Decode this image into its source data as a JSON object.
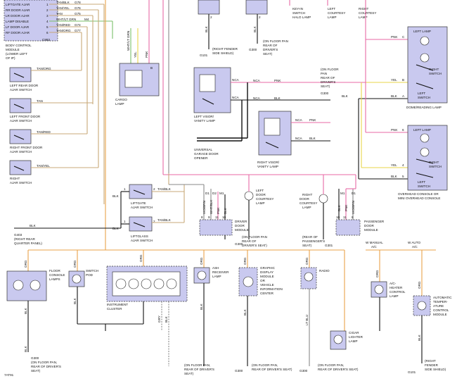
{
  "bcm": {
    "pins": [
      {
        "name": "LIFTGATE AJAR",
        "pin": "1",
        "wire": "TAN/BLK",
        "circ": "G78"
      },
      {
        "name": "RR DOOR AJAR",
        "pin": "2",
        "wire": "TAN/YEL",
        "circ": "G76"
      },
      {
        "name": "LR DOOR AJAR",
        "pin": "3",
        "wire": "TAN",
        "circ": "G75"
      },
      {
        "name": "LAMP DISABLE",
        "pin": "4",
        "wire": "WHT/LT GRN",
        "circ": "M4"
      },
      {
        "name": "LF DOOR AJAR",
        "pin": "5",
        "wire": "TAN/RED",
        "circ": "G74"
      },
      {
        "name": "RF DOOR AJAR",
        "pin": "6",
        "wire": "TAN/ORG",
        "circ": "G77"
      }
    ],
    "connector": "C883",
    "label": [
      "BODY CONTROL",
      "MODULE",
      "(LOWER LEFT",
      "OF IP)"
    ]
  },
  "door_switches": [
    {
      "wire": "TAN/ORG",
      "label": [
        "LEFT REAR DOOR",
        "AJAR SWITCH"
      ]
    },
    {
      "wire": "TAN",
      "label": [
        "LEFT FRONT DOOR",
        "AJAR SWITCH"
      ]
    },
    {
      "wire": "TAN/RED",
      "label": [
        "RIGHT FRONT DOOR",
        "AJAR SWITCH"
      ]
    },
    {
      "wire": "TAN/YEL",
      "label": [
        "RIGHT",
        "AJAR SWITCH"
      ]
    }
  ],
  "cargo": {
    "wire1": "WHT/LT GRN",
    "wire2": "YEL",
    "wire3": "PNK",
    "pin": "B",
    "label": [
      "CARGO",
      "LAMP"
    ]
  },
  "top": {
    "ground_left": {
      "wire": "BLK",
      "pin": "2",
      "g": "G101",
      "label": [
        "(RIGHT FENDER",
        "SIDE SHIELD)"
      ]
    },
    "ground_mid": {
      "wire": "BLK",
      "pin": "2",
      "g": "G300",
      "label": [
        "(ON FLOOR PAN",
        "REAR OF",
        "DRIVER'S",
        "SEAT)"
      ]
    },
    "switch_halo": [
      "KEY-IN",
      "SWITCH",
      "HALO LAMP"
    ],
    "left_courtesy": [
      "LEFT",
      "COURTESY",
      "LAMP"
    ],
    "right_courtesy": [
      "RIGHT",
      "COURTESY",
      "LAMP"
    ]
  },
  "visor_left": {
    "label": [
      "LEFT VISOR/",
      "VANITY LAMP"
    ],
    "nca": "NCA",
    "pnk": "PNK",
    "blk": "BLK"
  },
  "visor_right": {
    "label": [
      "RIGHT VISOR/",
      "VANITY LAMP"
    ],
    "nca": "NCA",
    "pnk": "PNK",
    "blk": "BLK"
  },
  "garage": [
    "UNIVERSAL",
    "GARAGE DOOR",
    "OPENER"
  ],
  "floor_note": {
    "g": "G300",
    "label": [
      "(ON FLOOR",
      "PAN",
      "REAR OF",
      "DRIVER'S",
      "SEAT)"
    ]
  },
  "dome": {
    "left_lamp": "LEFT LAMP",
    "right_lamp": "RIGHT",
    "right_switch": "SWITCH",
    "left_switch": [
      "LEFT",
      "SWITCH"
    ],
    "label": "DOME/READING LAMP",
    "wires": [
      {
        "w": "PNK",
        "p": "C"
      },
      {
        "w": "YEL",
        "p": "B"
      },
      {
        "w": "BLK",
        "p": "A"
      }
    ]
  },
  "overhead": {
    "left_lamp": "LEFT LAMP",
    "right_lamp": "RIGHT",
    "right_switch": "SWITCH",
    "left_switch": [
      "LEFT",
      "SWITCH"
    ],
    "label": [
      "OVERHEAD CONSOLE OR",
      "MINI OVERHEAD CONSOLE"
    ],
    "wires": [
      {
        "w": "PNK",
        "p": "6"
      },
      {
        "w": "YEL",
        "p": "4"
      },
      {
        "w": "BLK",
        "p": "5"
      }
    ]
  },
  "liftgate": {
    "wire": "TAN/BLK",
    "pin1": "1",
    "pin2": "2",
    "blk": "BLK",
    "label": [
      "LIFTGATE",
      "AJAR SWITCH"
    ]
  },
  "liftglass": {
    "wire": "TAN/BLK",
    "pin1": "1",
    "pin2": "2",
    "blk": "BLK",
    "label": [
      "LIFTGLASS",
      "AJAR SWITCH"
    ]
  },
  "g403": {
    "wire": "BLK",
    "g": "G403",
    "label": [
      "(RIGHT REAR",
      "QUARTER PANEL)"
    ]
  },
  "driver_door": {
    "wires": [
      "VIO/BRN",
      "WHT/BLK",
      "PNK",
      "BLK"
    ],
    "pins": [
      "8",
      "9",
      "11",
      "10"
    ],
    "conn": [
      "D1",
      "D2",
      "M1"
    ],
    "label": [
      "DRIVER",
      "DOOR",
      "MODULE"
    ]
  },
  "left_door_courtesy": [
    "LEFT",
    "DOOR",
    "COURTESY",
    "LAMP"
  ],
  "right_door_courtesy": [
    "RIGHT",
    "DOOR",
    "COURTESY",
    "LAMP"
  ],
  "passenger_door": {
    "wires": [
      "BLK",
      "PNK",
      "VIO/BRN"
    ],
    "pins": [
      "10",
      "11",
      "8"
    ],
    "conn": [
      "M1",
      "D1"
    ],
    "label": [
      "PASSENGER",
      "DOOR",
      "MODULE"
    ]
  },
  "g300_driver": {
    "g": "G300",
    "label": [
      "(ON FLOOR PAN",
      "REAR OF",
      "DRIVER'S SEAT)"
    ]
  },
  "g301": {
    "g": "G301",
    "label": [
      "(REAR OF",
      "PASSENGER'S",
      "SEAT)"
    ]
  },
  "bottom": {
    "floor_console": [
      "FLOOR",
      "CONSOLE",
      "LAMPS"
    ],
    "switch_pod": [
      "SWITCH",
      "POD"
    ],
    "cluster": [
      "INSTRUMENT",
      "CLUSTER"
    ],
    "ash": [
      "ASH",
      "RECEIVER",
      "LAMP"
    ],
    "graphic": [
      "GRAPHIC",
      "DISPLAY",
      "MODULE",
      "OR",
      "VEHICLE",
      "INFORMATION",
      "CENTER"
    ],
    "radio": "RADIO",
    "cigar": [
      "CIGAR",
      "LIGHTER",
      "LAMP"
    ],
    "manual_ac": [
      "W MANUAL",
      "A/C"
    ],
    "auto_ac": [
      "W AUTO",
      "A/C"
    ],
    "heater": [
      "A/C-",
      "HEATER",
      "CONTROL",
      "LAMP"
    ],
    "auto_temp": [
      "AUTOMATIC",
      "TEMPER-",
      "ATURE",
      "CONTROL",
      "MODULE"
    ],
    "org": "ORG",
    "blk": "BLK",
    "gry": "GRY",
    "blu": "LT BLU",
    "g300_a": [
      "G300",
      "(ON FLOOR PAN,",
      "REAR OF DRIVER'S",
      "SEAT)"
    ],
    "g300_b": [
      "(ON FLOOR PAN,",
      "REAR OF DRIVER'S",
      "SEAT)"
    ],
    "g300_c": [
      "(ON FLOOR PAN,",
      "REAR OF DRIVER'S SEAT)"
    ],
    "g300_d": [
      "(ON FLOOR PAN,",
      "REAR OF DRIVER'S SEAT)"
    ],
    "g101": [
      "G101",
      "(RIGHT",
      "FENDER",
      "SIDE SHIELD)"
    ],
    "g300_label": "G300",
    "code": "7AT91"
  }
}
